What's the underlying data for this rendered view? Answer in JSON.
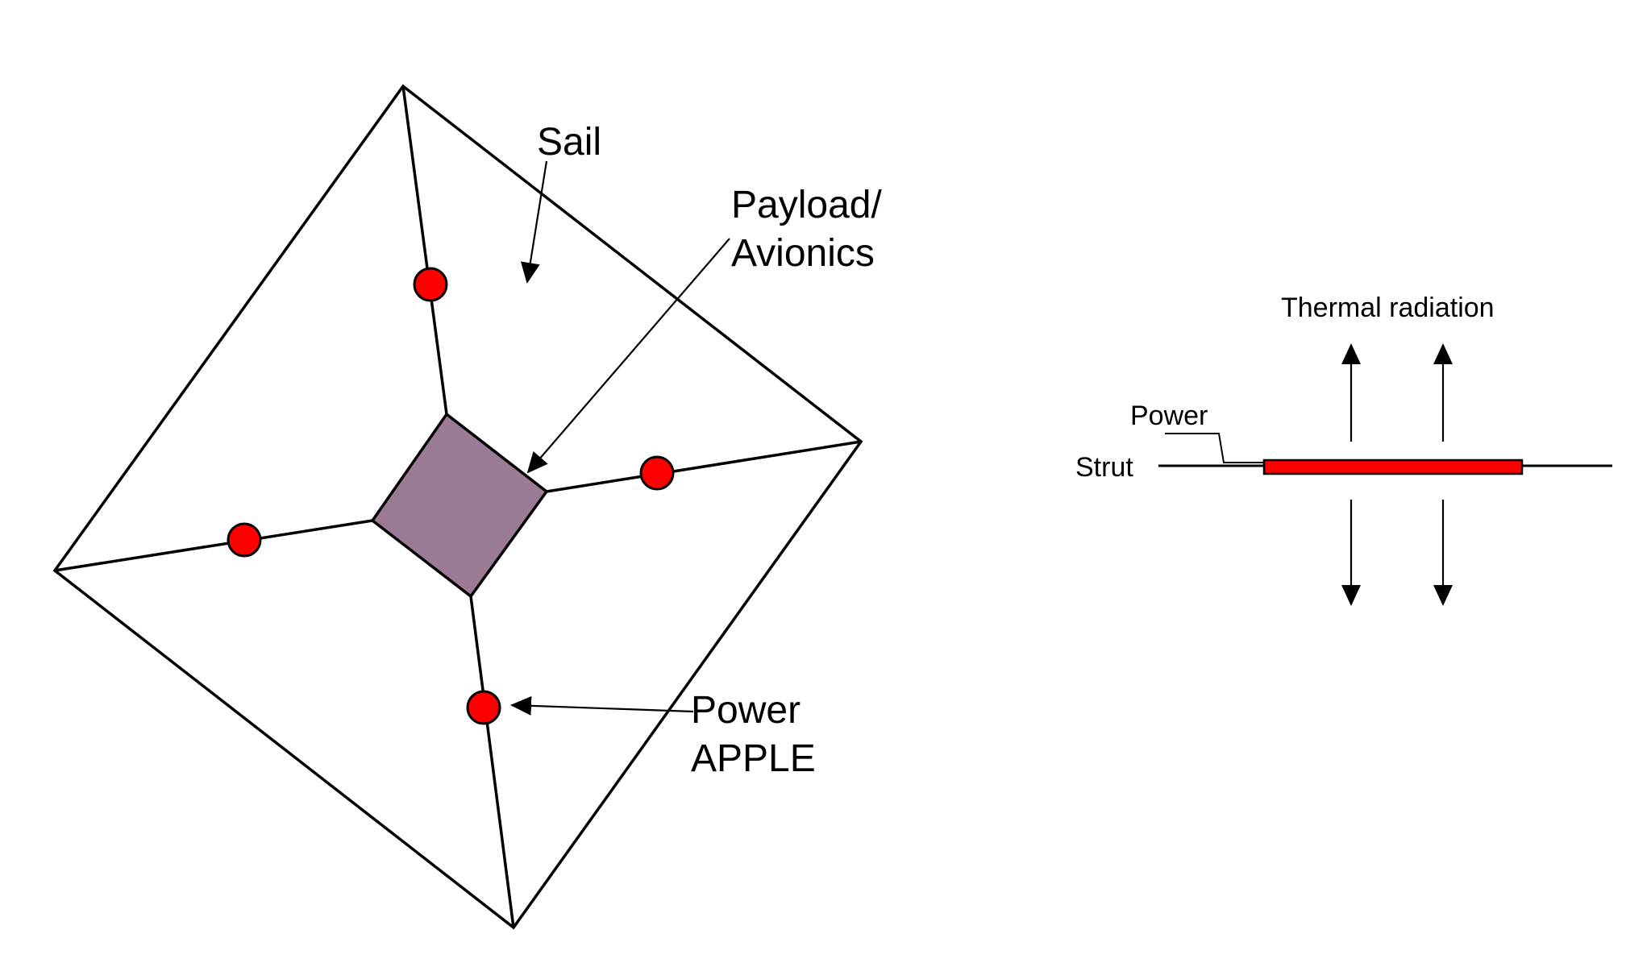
{
  "left_diagram": {
    "sail_label": "Sail",
    "payload_label_line1": "Payload/",
    "payload_label_line2": "Avionics",
    "power_label_line1": "Power",
    "power_label_line2": "APPLE",
    "colors": {
      "hub_fill": "#9b7a93",
      "node_fill": "#ff0000",
      "line": "#000000"
    }
  },
  "right_diagram": {
    "thermal_label": "Thermal radiation",
    "power_label": "Power",
    "strut_label": "Strut",
    "colors": {
      "element_fill": "#ff0000",
      "line": "#000000"
    }
  }
}
